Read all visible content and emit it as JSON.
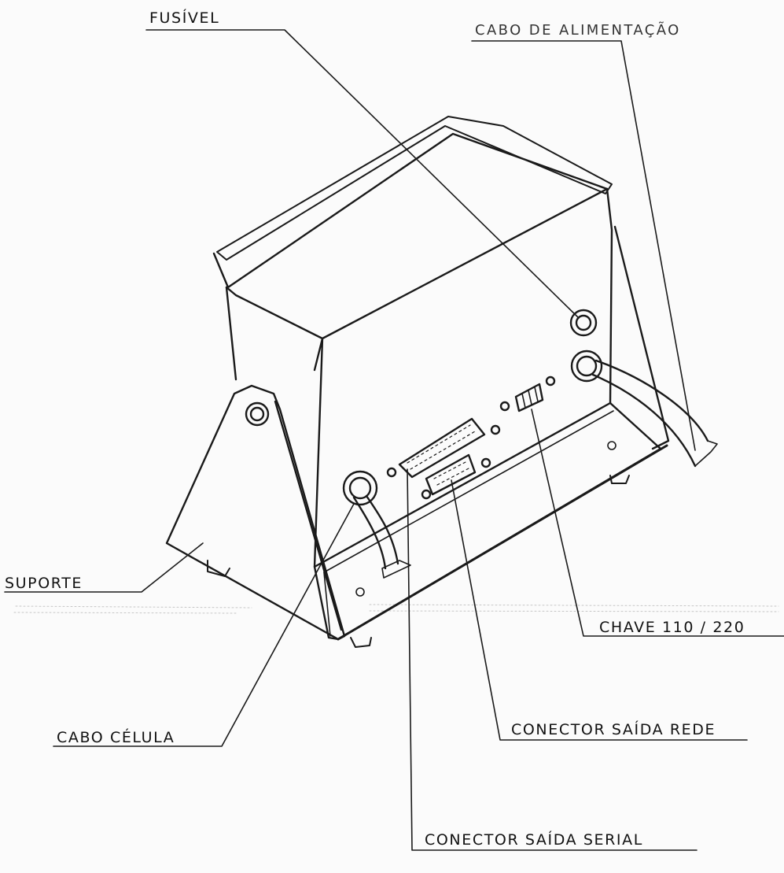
{
  "labels": {
    "fusivel": "FUSÍVEL",
    "cabo_alimentacao": "CABO DE ALIMENTAÇÃO",
    "suporte": "SUPORTE",
    "chave": "CHAVE  110 / 220",
    "cabo_celula": "CABO CÉLULA",
    "conector_rede": "CONECTOR SAÍDA REDE",
    "conector_serial": "CONECTOR SAÍDA SERIAL"
  },
  "colors": {
    "ink": "#1a1a1a",
    "paper": "#fbfbfb",
    "scan_noise": "#9a9a9a"
  }
}
